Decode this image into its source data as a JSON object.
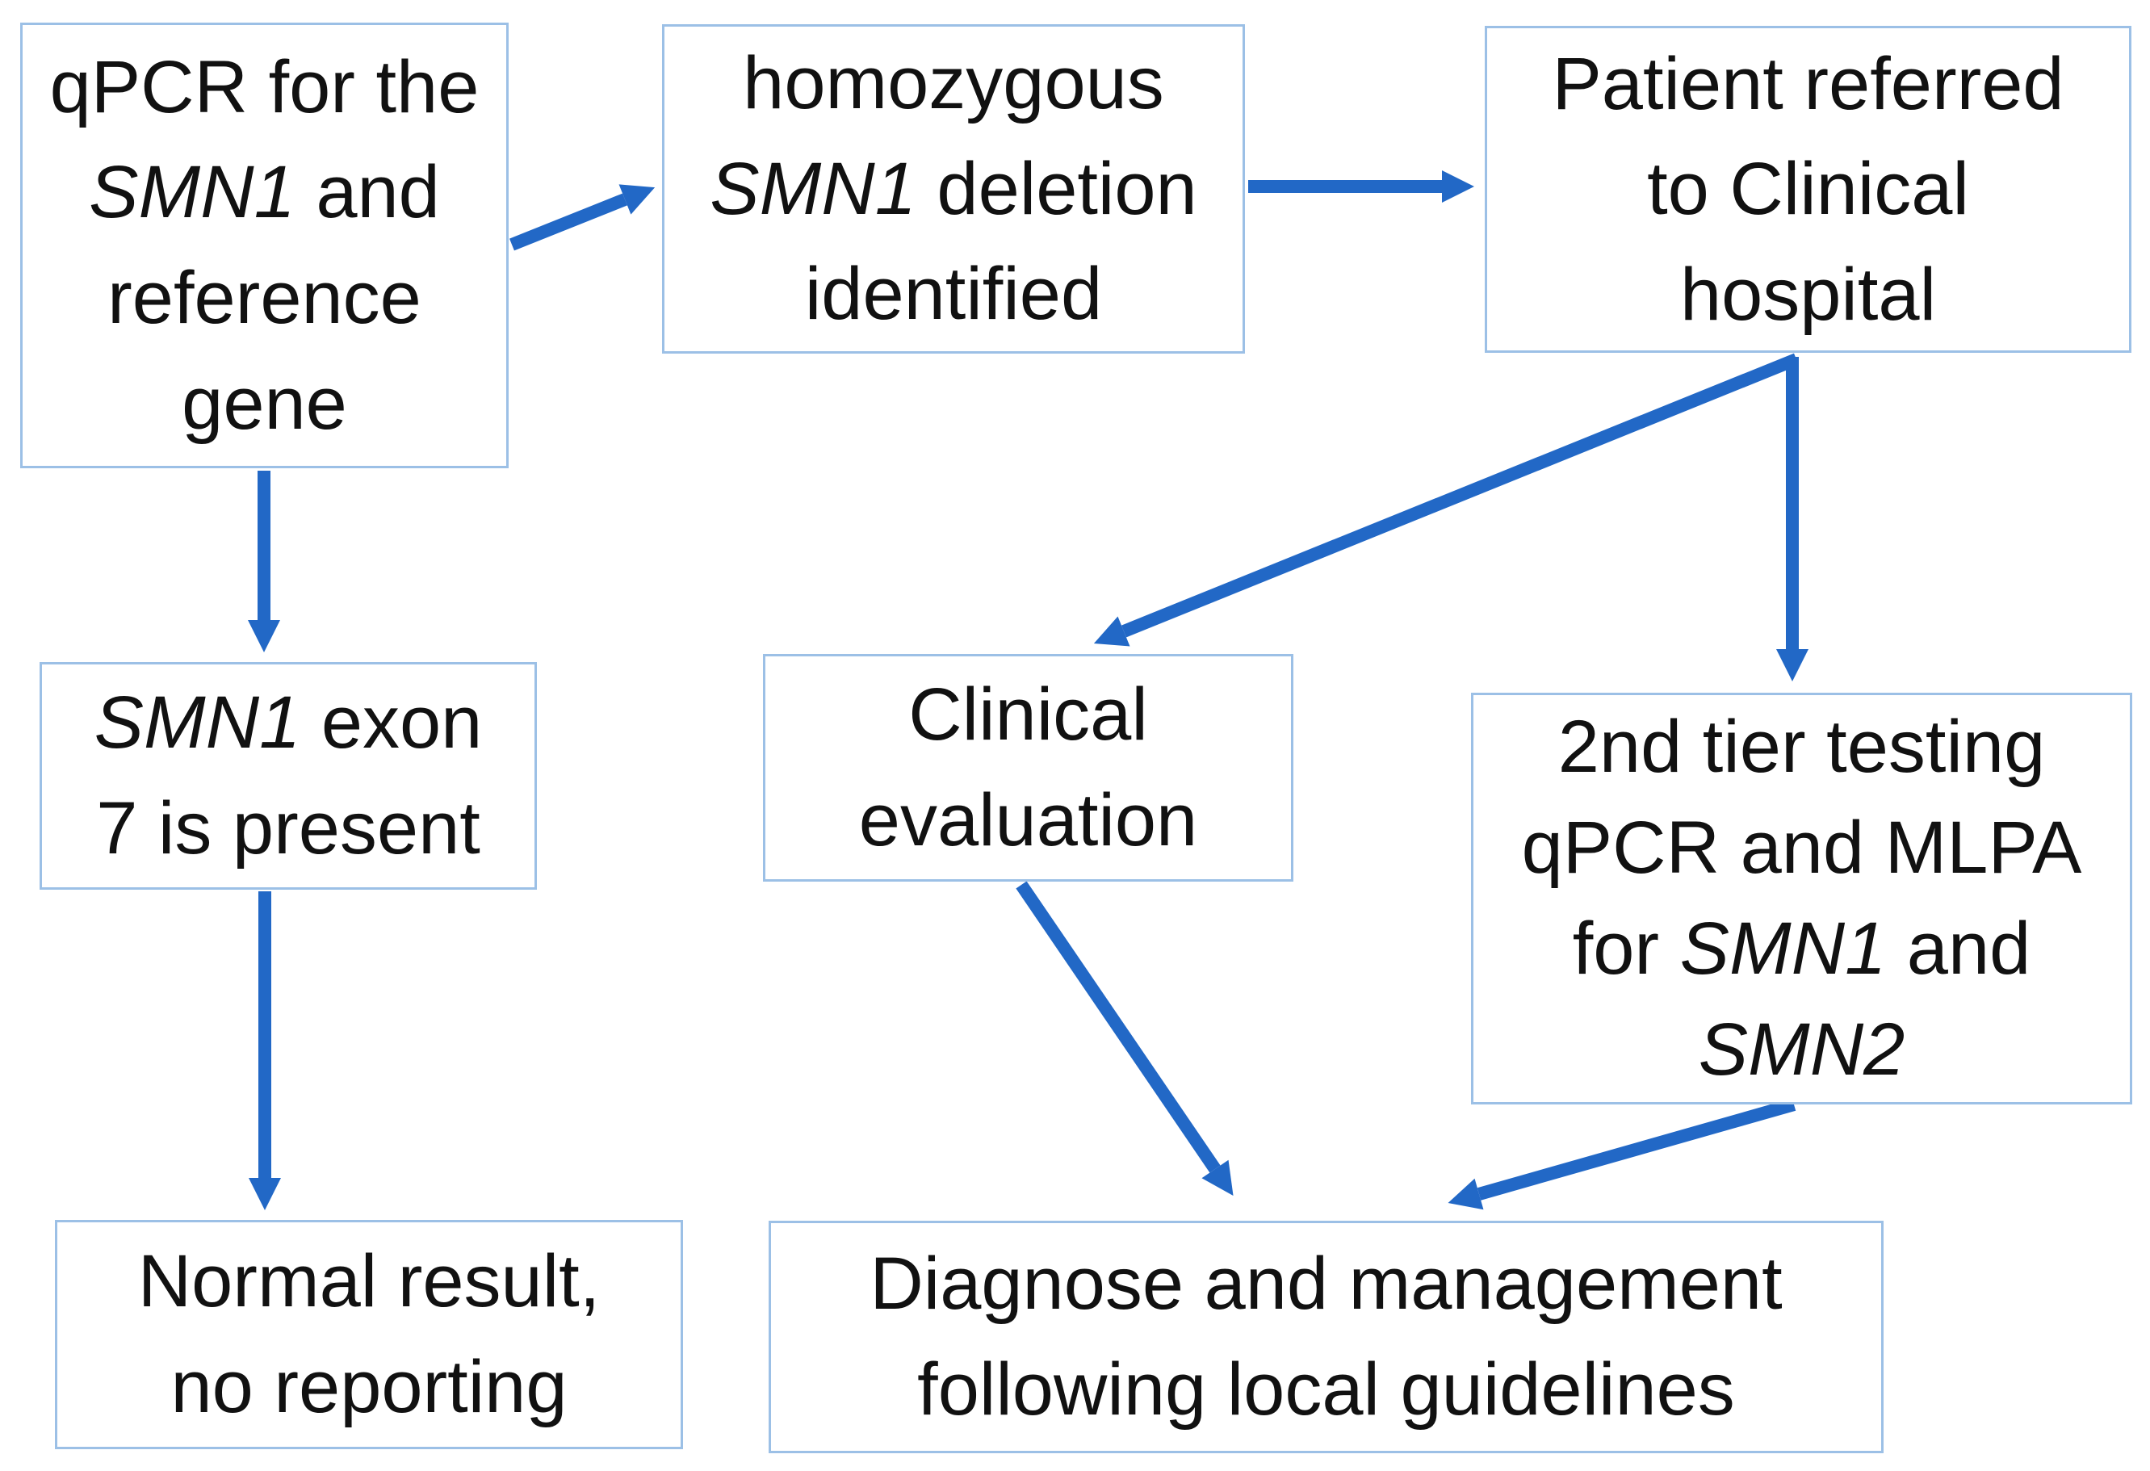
{
  "figure": {
    "type": "flowchart",
    "colors": {
      "arrow": "#2268C6",
      "box_border": "#9CC0E6",
      "box_fill": "#FFFFFF",
      "text": "#111111"
    },
    "nodes": {
      "qpcr_screen": {
        "lines": [
          [
            {
              "t": "qPCR for the",
              "i": false
            }
          ],
          [
            {
              "t": "SMN1",
              "i": true
            },
            {
              "t": " and",
              "i": false
            }
          ],
          [
            {
              "t": "reference",
              "i": false
            }
          ],
          [
            {
              "t": "gene",
              "i": false
            }
          ]
        ]
      },
      "homozygous_deletion": {
        "lines": [
          [
            {
              "t": "homozygous",
              "i": false
            }
          ],
          [
            {
              "t": "SMN1",
              "i": true
            },
            {
              "t": " deletion",
              "i": false
            }
          ],
          [
            {
              "t": "identified",
              "i": false
            }
          ]
        ]
      },
      "patient_referred": {
        "lines": [
          [
            {
              "t": "Patient referred",
              "i": false
            }
          ],
          [
            {
              "t": "to Clinical",
              "i": false
            }
          ],
          [
            {
              "t": "hospital",
              "i": false
            }
          ]
        ]
      },
      "exon_present": {
        "lines": [
          [
            {
              "t": "SMN1",
              "i": true
            },
            {
              "t": " exon",
              "i": false
            }
          ],
          [
            {
              "t": "7 is present",
              "i": false
            }
          ]
        ]
      },
      "clinical_evaluation": {
        "lines": [
          [
            {
              "t": "Clinical",
              "i": false
            }
          ],
          [
            {
              "t": "evaluation",
              "i": false
            }
          ]
        ]
      },
      "second_tier": {
        "lines": [
          [
            {
              "t": "2nd tier testing",
              "i": false
            }
          ],
          [
            {
              "t": "qPCR and MLPA",
              "i": false
            }
          ],
          [
            {
              "t": "for ",
              "i": false
            },
            {
              "t": "SMN1",
              "i": true
            },
            {
              "t": " and",
              "i": false
            }
          ],
          [
            {
              "t": "SMN2",
              "i": true
            }
          ]
        ]
      },
      "normal_result": {
        "lines": [
          [
            {
              "t": "Normal result,",
              "i": false
            }
          ],
          [
            {
              "t": "no reporting",
              "i": false
            }
          ]
        ]
      },
      "diagnose_management": {
        "lines": [
          [
            {
              "t": "Diagnose and management",
              "i": false
            }
          ],
          [
            {
              "t": "following local guidelines",
              "i": false
            }
          ]
        ]
      }
    },
    "edges": [
      {
        "from": "qpcr_screen",
        "to": "homozygous_deletion"
      },
      {
        "from": "homozygous_deletion",
        "to": "patient_referred"
      },
      {
        "from": "qpcr_screen",
        "to": "exon_present"
      },
      {
        "from": "patient_referred",
        "to": "clinical_evaluation"
      },
      {
        "from": "patient_referred",
        "to": "second_tier"
      },
      {
        "from": "exon_present",
        "to": "normal_result"
      },
      {
        "from": "clinical_evaluation",
        "to": "diagnose_management"
      },
      {
        "from": "second_tier",
        "to": "diagnose_management"
      }
    ]
  }
}
